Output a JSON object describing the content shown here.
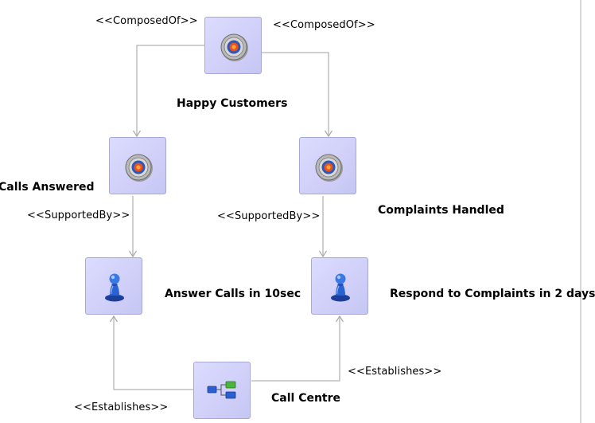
{
  "nodes": {
    "happy_customers": {
      "label": "Happy Customers",
      "icon": "target-icon"
    },
    "calls_answered": {
      "label": "Calls Answered",
      "icon": "target-icon"
    },
    "complaints_handled": {
      "label": "Complaints Handled",
      "icon": "target-icon"
    },
    "answer_calls": {
      "label": "Answer Calls in 10sec",
      "icon": "pawn-icon"
    },
    "respond_complaints": {
      "label": "Respond to Complaints in 2 days",
      "icon": "pawn-icon"
    },
    "call_centre": {
      "label": "Call Centre",
      "icon": "org-chart-icon"
    }
  },
  "connectors": {
    "composed_left": "<<ComposedOf>>",
    "composed_right": "<<ComposedOf>>",
    "supported_left": "<<SupportedBy>>",
    "supported_right": "<<SupportedBy>>",
    "establishes_left": "<<Establishes>>",
    "establishes_right": "<<Establishes>>"
  },
  "colors": {
    "node_fill": "#c8c8f5",
    "node_border": "#a8a8d8",
    "connector": "#b4b4b4"
  }
}
